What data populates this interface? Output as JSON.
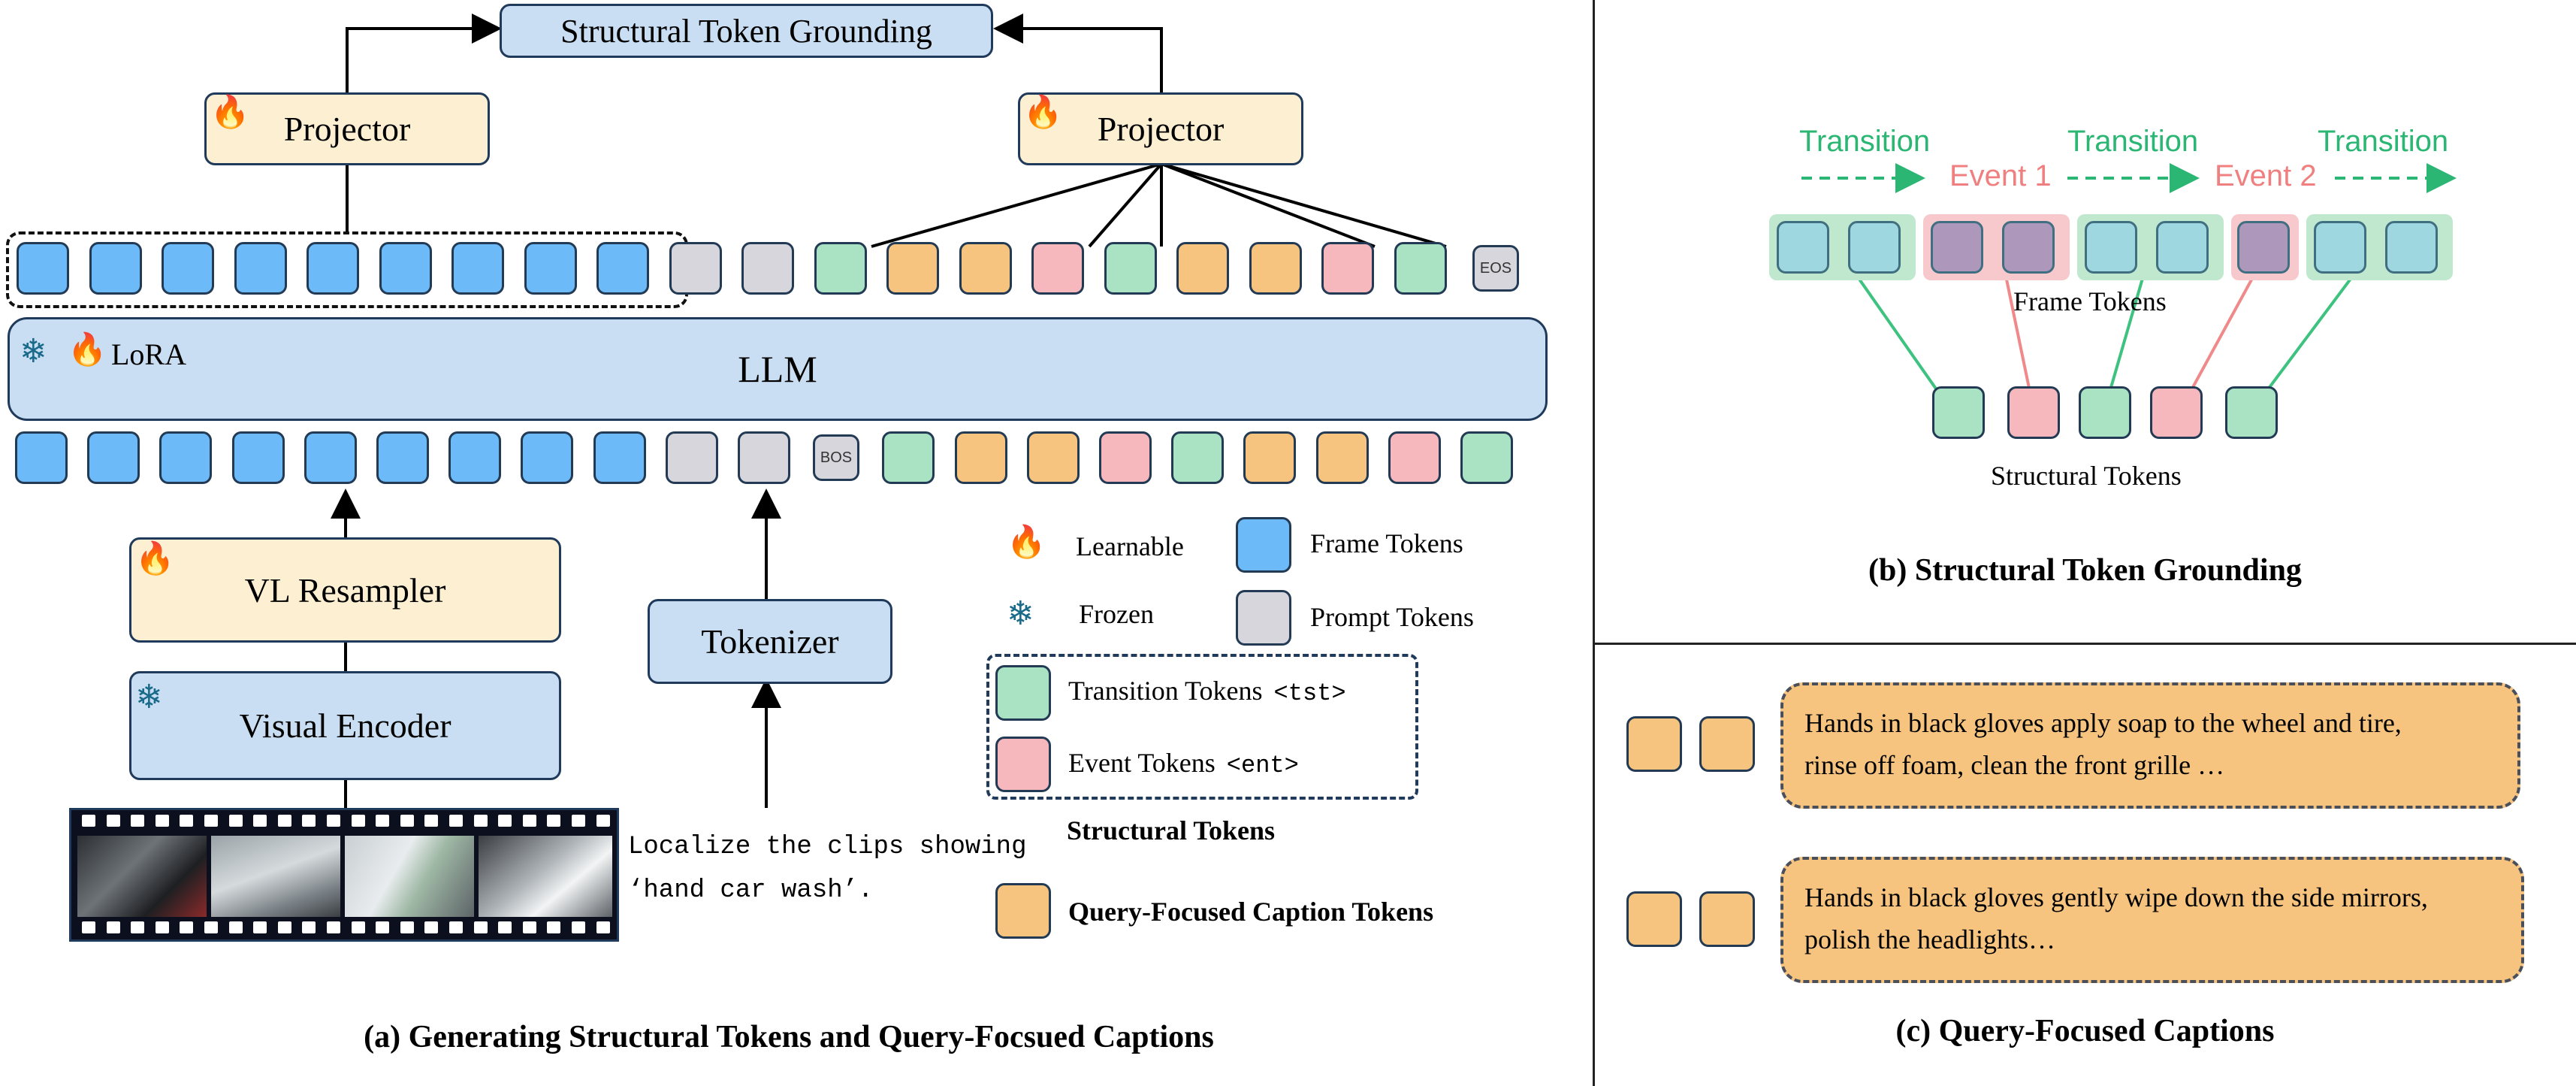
{
  "panel_a": {
    "top_box": "Structural Token Grounding",
    "projector_left": "Projector",
    "projector_right": "Projector",
    "llm": "LLM",
    "lora": "LoRA",
    "eos": "EOS",
    "bos": "BOS",
    "vl_resampler": "VL Resampler",
    "visual_encoder": "Visual Encoder",
    "tokenizer": "Tokenizer",
    "query_line1": "Localize the clips showing",
    "query_line2": "‘hand car wash’.",
    "caption": "(a) Generating Structural Tokens and Query-Focsued Captions"
  },
  "legend": {
    "learnable": "Learnable",
    "frozen": "Frozen",
    "frame_tokens": "Frame Tokens",
    "prompt_tokens": "Prompt Tokens",
    "transition_tokens": "Transition Tokens",
    "transition_tag": "<tst>",
    "event_tokens": "Event Tokens",
    "event_tag": "<ent>",
    "structural_tokens": "Structural Tokens",
    "caption_tokens": "Query-Focused Caption Tokens"
  },
  "panel_b": {
    "transition_1": "Transition",
    "transition_2": "Transition",
    "transition_3": "Transition",
    "event_1": "Event 1",
    "event_2": "Event 2",
    "frame_tokens": "Frame Tokens",
    "structural_tokens": "Structural Tokens",
    "caption": "(b) Structural Token Grounding"
  },
  "panel_c": {
    "caption_1_line1": "Hands in black gloves apply soap to the wheel and tire,",
    "caption_1_line2": "rinse off foam, clean the front grille …",
    "caption_2_line1": "Hands in black gloves gently wipe down the side mirrors,",
    "caption_2_line2": "polish the headlights…",
    "caption": "(c) Query-Focused Captions"
  },
  "colors": {
    "frame": "#6cbaf7",
    "prompt": "#d6d6dc",
    "transition": "#a9e3c4",
    "event": "#f6b7bd",
    "caption": "#f7c47f",
    "blue_box": "#c9def2",
    "yellow_box": "#fcefd2",
    "green_text": "#2bb673",
    "red_text": "#f08080"
  },
  "icons": {
    "learnable": "flame-icon",
    "frozen": "snowflake-icon"
  }
}
